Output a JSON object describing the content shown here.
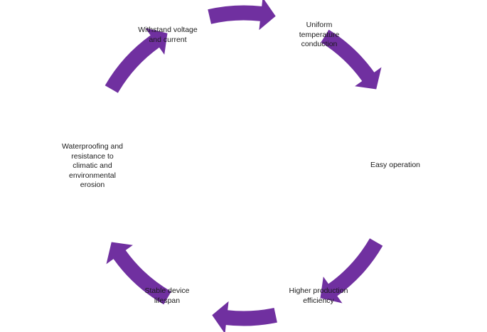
{
  "accent_color": "#7030A0",
  "nodes": [
    {
      "id": "withstand",
      "lines": [
        "Withstand voltage",
        "and current"
      ]
    },
    {
      "id": "uniform",
      "lines": [
        "Uniform",
        "temperature",
        "conduction"
      ]
    },
    {
      "id": "easy",
      "lines": [
        "Easy operation"
      ]
    },
    {
      "id": "higher",
      "lines": [
        "Higher production",
        "efficiency"
      ]
    },
    {
      "id": "stable",
      "lines": [
        "Stable device",
        "lifespan"
      ]
    },
    {
      "id": "waterproofing",
      "lines": [
        "Waterproofing and",
        "resistance to",
        "climatic and",
        "environmental",
        "erosion"
      ]
    }
  ],
  "arrow_icon": "curved-arrow-icon"
}
